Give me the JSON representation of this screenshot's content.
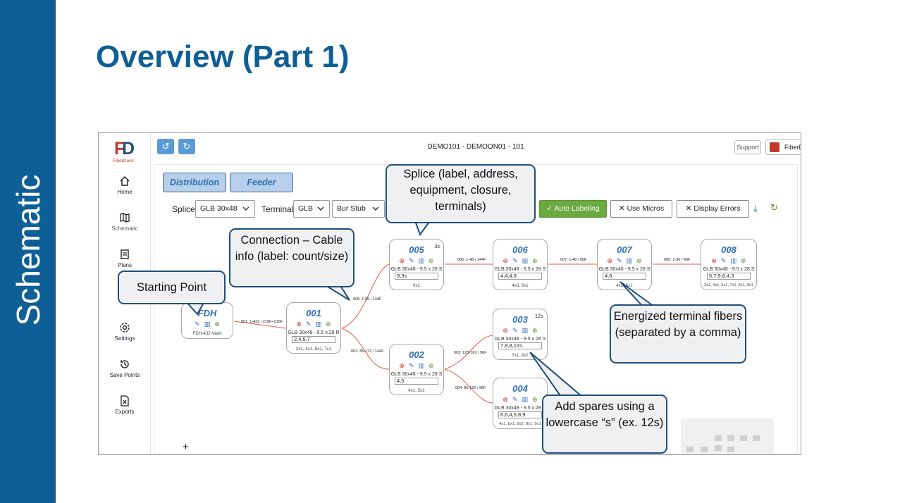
{
  "slide": {
    "side_label": "Schematic",
    "title": "Overview (Part 1)"
  },
  "app": {
    "logo_text": "FiberDock",
    "undo_icon": "undo-icon",
    "redo_icon": "redo-icon",
    "breadcrumb": "DEMO101 - DEMOON01 - 101",
    "support_label": "Support",
    "account_label": "FiberDock",
    "nav": [
      {
        "icon": "home-icon",
        "label": "Home"
      },
      {
        "icon": "map-icon",
        "label": "Schematic"
      },
      {
        "icon": "document-icon",
        "label": "Plans"
      },
      {
        "icon": "gear-icon",
        "label": "Settings"
      },
      {
        "icon": "history-icon",
        "label": "Save Points"
      },
      {
        "icon": "excel-icon",
        "label": "Exports"
      }
    ]
  },
  "toolbar": {
    "tabs": [
      "Distribution",
      "Feeder"
    ],
    "splice_label": "Splice",
    "splice_value": "GLB 30x48",
    "terminal_label": "Terminal",
    "terminal_value": "GLB",
    "terminal_type_value": "Bur Stub",
    "auto_labeling": "Auto Labeling",
    "use_micros": "Use Micros",
    "display_errors": "Display Errors"
  },
  "graph": {
    "start": {
      "label": "FDH",
      "sub": "FDH-432-Vault"
    },
    "nodes": [
      {
        "label": "001",
        "equip": "GLB 30x48 - 9.5 x 28 R",
        "terms": "2,4,5,7",
        "closure": "2x1, 4x1, 5x1, 7x1",
        "spares": ""
      },
      {
        "label": "002",
        "equip": "GLB 30x48 - 9.5 x 28 S",
        "terms": "4,5",
        "closure": "4x1, 5x1",
        "spares": ""
      },
      {
        "label": "005",
        "equip": "GLB 30x48 - 9.5 x 28 S",
        "terms": "9,3s",
        "closure": "9x1",
        "spares": "3s"
      },
      {
        "label": "006",
        "equip": "GLB 30x48 - 9.5 x 28 S",
        "terms": "4,4,4,8",
        "closure": "4x3, 8x1",
        "spares": ""
      },
      {
        "label": "007",
        "equip": "GLB 30x48 - 9.5 x 28 S",
        "terms": "4,6",
        "closure": "4x1, 6x1",
        "spares": ""
      },
      {
        "label": "008",
        "equip": "GLB 30x48 - 9.5 x 28 S",
        "terms": "5,7,9,8,4,3",
        "closure": "3x1, 4x1, 5x1, 7x1, 8x1, 9x1",
        "spares": ""
      },
      {
        "label": "003",
        "equip": "GLB 30x48 - 9.5 x 28 S",
        "terms": "7,8,8,12s",
        "closure": "7x1, 8x2",
        "spares": "12s"
      },
      {
        "label": "004",
        "equip": "GLB 30x48 - 9.5 x 28 S",
        "terms": "6,6,4,5,8,9",
        "closure": "4x1, 5x1, 6x2, 8x1, 9x1",
        "spares": ""
      }
    ],
    "edges": [
      "001: 1-432 / 216F+216F",
      "005: 1-96 / 144F",
      "002: 85-172 / 144F",
      "006: 1-48 / 144F",
      "007: 1-48 / 96F",
      "008: 1-36 / 48F",
      "003: 123-169 / 96F",
      "004: 85-122 / 96F"
    ]
  },
  "callouts": {
    "splice": "Splice (label, address, equipment, closure, terminals)",
    "connection": "Connection – Cable info (label: count/size)",
    "start": "Starting Point",
    "energized": "Energized terminal fibers (separated by a comma)",
    "spares": "Add spares using a lowercase “s” (ex. 12s)"
  },
  "colors": {
    "brand": "#0e5f95",
    "node_label": "#2f6fb2",
    "edge": "#e05a4a",
    "accent_green": "#6aaa3f"
  }
}
